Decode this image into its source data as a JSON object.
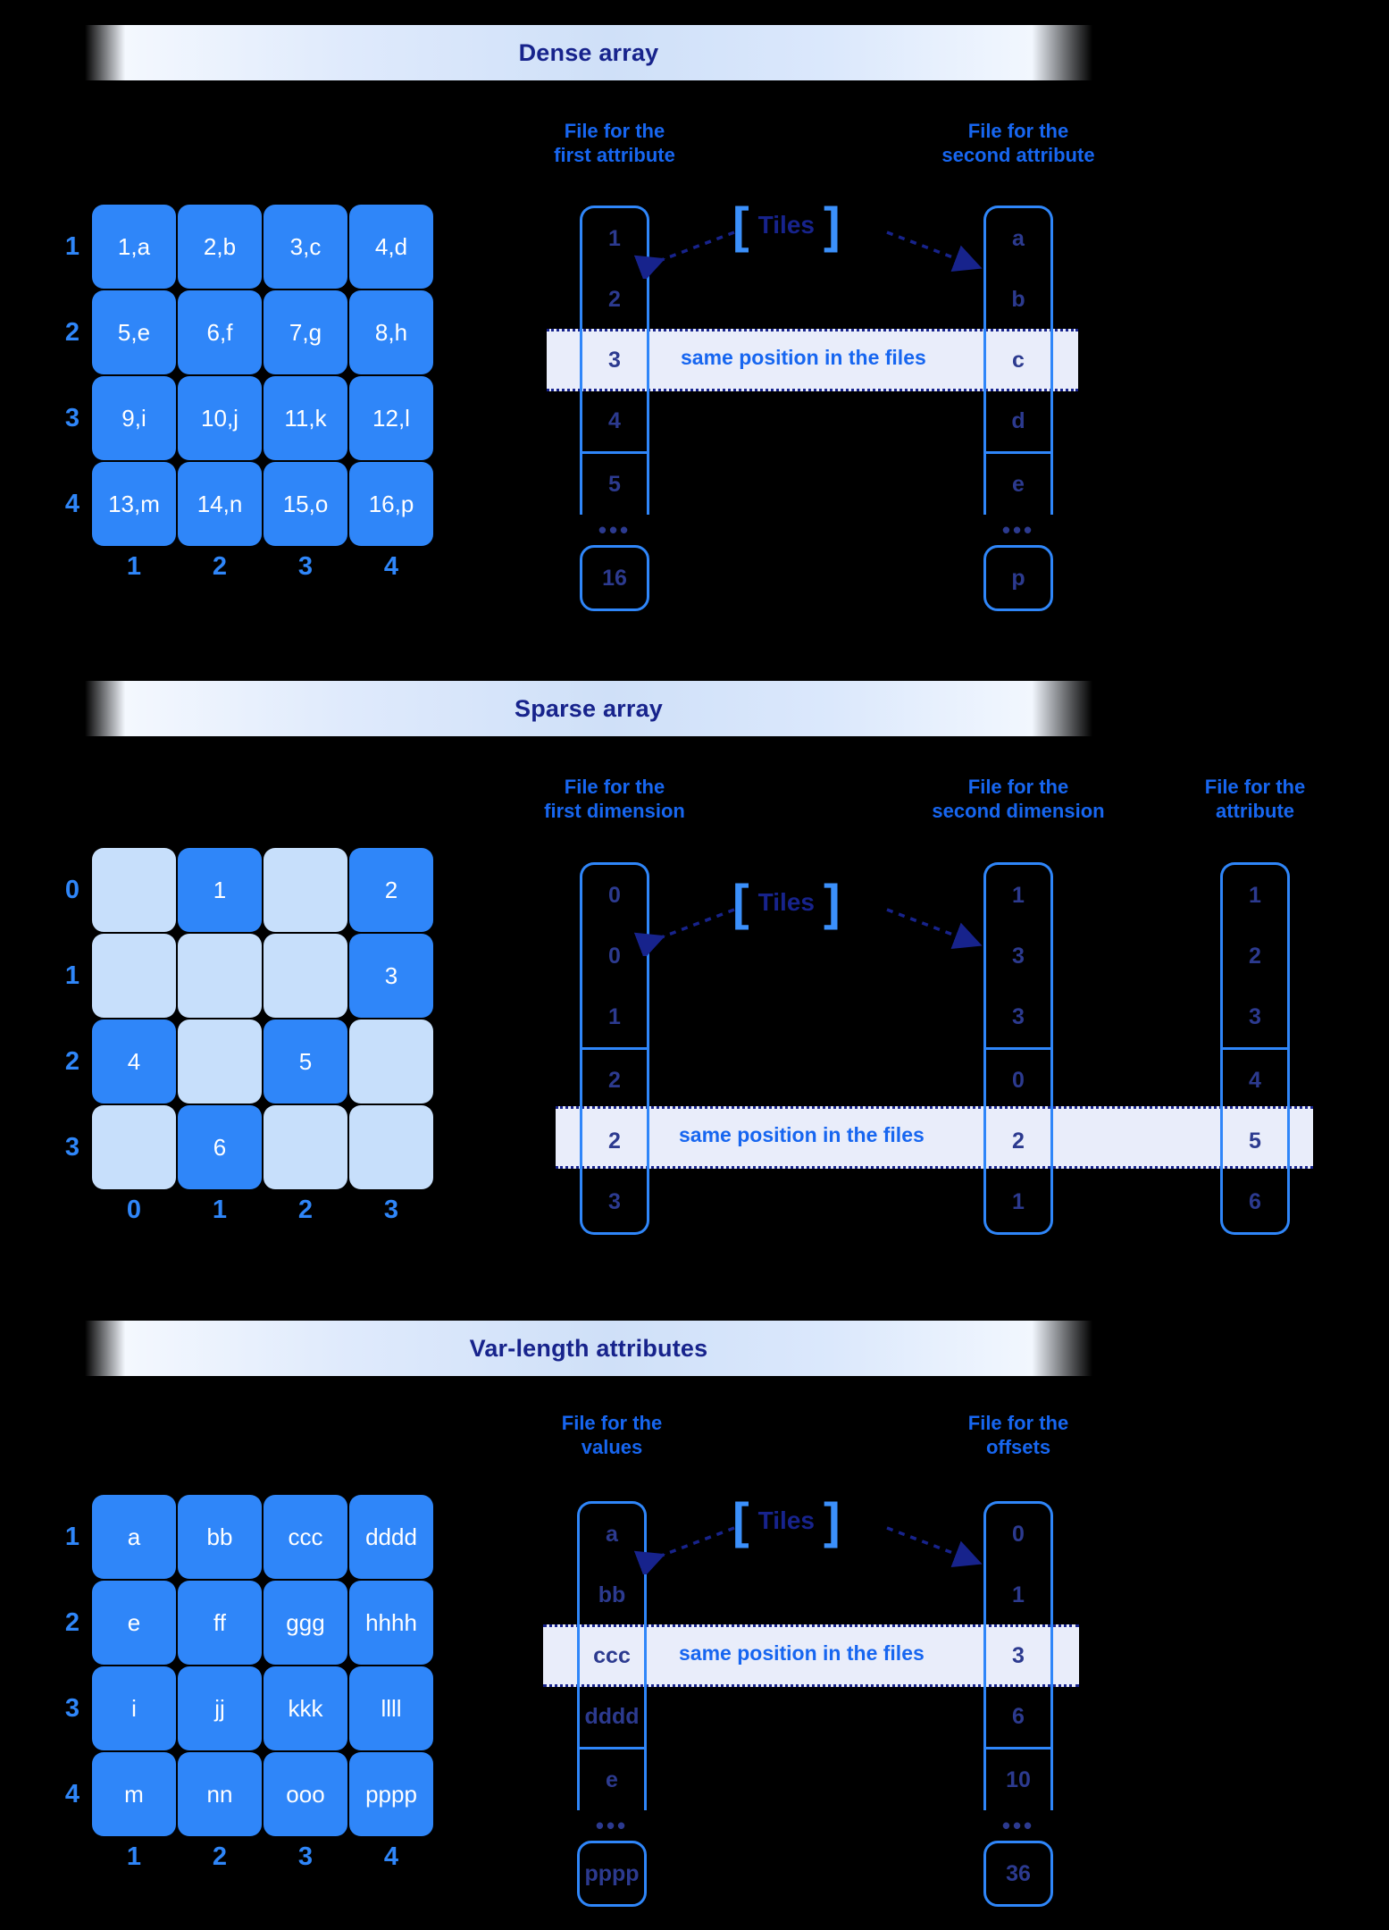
{
  "colors": {
    "accent": "#2f86f9",
    "accent_dark": "#17238c",
    "cell_empty": "#c7dffb",
    "band": "#e9edfa",
    "title_blue": "#1766f0"
  },
  "common": {
    "tiles_label": "Tiles",
    "bracket_open": "[",
    "bracket_close": "]",
    "same_position": "same position in the files",
    "ellipsis": "•••"
  },
  "sections": [
    {
      "id": "dense",
      "banner_title": "Dense array",
      "grid": {
        "row_labels": [
          "1",
          "2",
          "3",
          "4"
        ],
        "col_labels": [
          "1",
          "2",
          "3",
          "4"
        ],
        "rows": [
          [
            "1,a",
            "2,b",
            "3,c",
            "4,d"
          ],
          [
            "5,e",
            "6,f",
            "7,g",
            "8,h"
          ],
          [
            "9,i",
            "10,j",
            "11,k",
            "12,l"
          ],
          [
            "13,m",
            "14,n",
            "15,o",
            "16,p"
          ]
        ]
      },
      "files": [
        {
          "title_line1": "File for the",
          "title_line2": "first attribute",
          "top_items": [
            "1",
            "2",
            "3",
            "4"
          ],
          "mid_items": [
            "5"
          ],
          "bottom_items": [
            "16"
          ]
        },
        {
          "title_line1": "File for the",
          "title_line2": "second attribute",
          "top_items": [
            "a",
            "b",
            "c",
            "d"
          ],
          "mid_items": [
            "e"
          ],
          "bottom_items": [
            "p"
          ]
        }
      ]
    },
    {
      "id": "sparse",
      "banner_title": "Sparse array",
      "grid": {
        "row_labels": [
          "0",
          "1",
          "2",
          "3"
        ],
        "col_labels": [
          "0",
          "1",
          "2",
          "3"
        ],
        "rows": [
          [
            "",
            "1",
            "",
            "2"
          ],
          [
            "",
            "",
            "",
            "3"
          ],
          [
            "4",
            "",
            "5",
            ""
          ],
          [
            "",
            "6",
            "",
            ""
          ]
        ]
      },
      "files": [
        {
          "title_line1": "File for the",
          "title_line2": "first dimension",
          "top_items": [
            "0",
            "0",
            "1"
          ],
          "mid_items": [
            "2",
            "2",
            "3"
          ],
          "bottom_items": []
        },
        {
          "title_line1": "File for the",
          "title_line2": "second dimension",
          "top_items": [
            "1",
            "3",
            "3"
          ],
          "mid_items": [
            "0",
            "2",
            "1"
          ],
          "bottom_items": []
        },
        {
          "title_line1": "File for the",
          "title_line2": "attribute",
          "top_items": [
            "1",
            "2",
            "3"
          ],
          "mid_items": [
            "4",
            "5",
            "6"
          ],
          "bottom_items": []
        }
      ]
    },
    {
      "id": "varlen",
      "banner_title": "Var-length attributes",
      "grid": {
        "row_labels": [
          "1",
          "2",
          "3",
          "4"
        ],
        "col_labels": [
          "1",
          "2",
          "3",
          "4"
        ],
        "rows": [
          [
            "a",
            "bb",
            "ccc",
            "dddd"
          ],
          [
            "e",
            "ff",
            "ggg",
            "hhhh"
          ],
          [
            "i",
            "jj",
            "kkk",
            "llll"
          ],
          [
            "m",
            "nn",
            "ooo",
            "pppp"
          ]
        ]
      },
      "files": [
        {
          "title_line1": "File for the",
          "title_line2": "values",
          "top_items": [
            "a",
            "bb",
            "ccc",
            "dddd"
          ],
          "mid_items": [
            "e"
          ],
          "bottom_items": [
            "pppp"
          ]
        },
        {
          "title_line1": "File for the",
          "title_line2": "offsets",
          "top_items": [
            "0",
            "1",
            "3",
            "6"
          ],
          "mid_items": [
            "10"
          ],
          "bottom_items": [
            "36"
          ]
        }
      ]
    }
  ]
}
